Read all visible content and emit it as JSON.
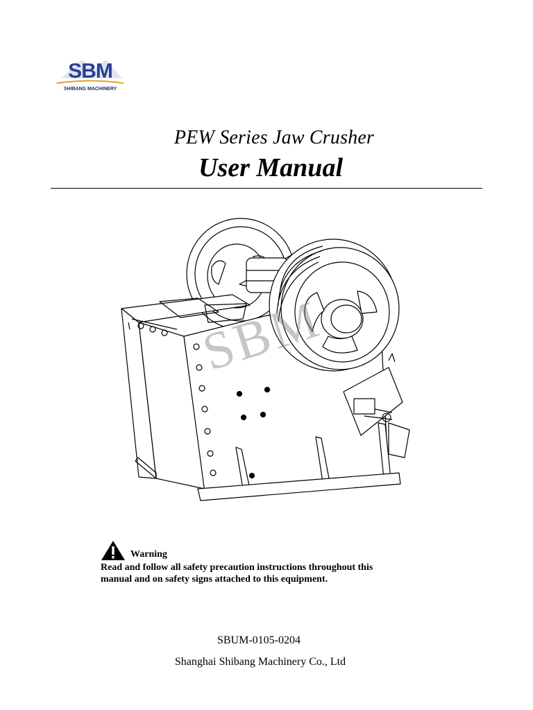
{
  "logo": {
    "text": "SBM",
    "tagline": "SHIBANG MACHINERY",
    "brand_color": "#2a3f8f",
    "accent_color": "#e0a020"
  },
  "header": {
    "subtitle": "PEW Series Jaw Crusher",
    "title": "User Manual"
  },
  "figure": {
    "watermark": "SBM",
    "icon": "jaw-crusher-drawing"
  },
  "warning": {
    "icon": "warning-triangle-icon",
    "label": "Warning",
    "lines": [
      "Read and follow all safety precaution instructions throughout this",
      "manual and on safety signs attached to this equipment."
    ]
  },
  "footer": {
    "doc_code": "SBUM-0105-0204",
    "company": "Shanghai Shibang Machinery Co., Ltd"
  }
}
